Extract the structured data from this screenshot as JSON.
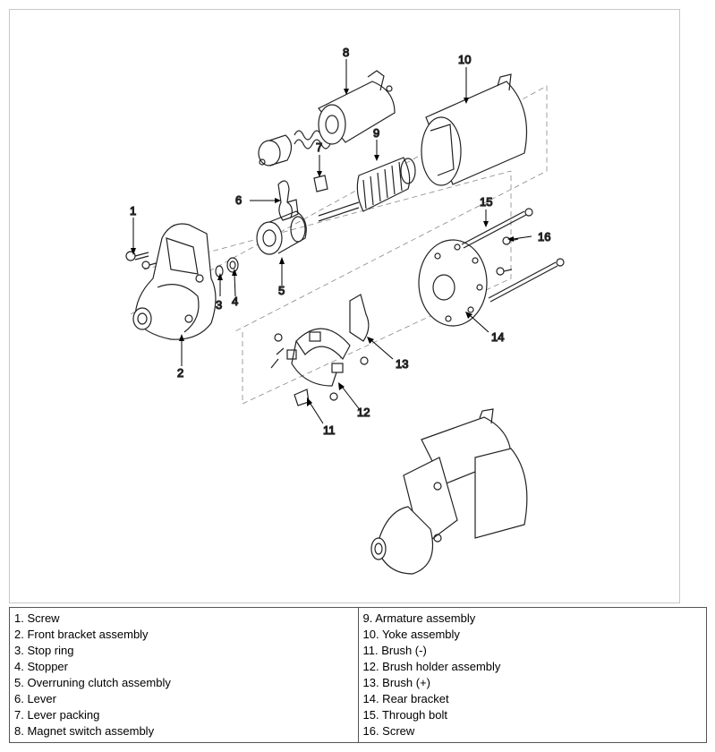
{
  "diagram": {
    "callouts": [
      "1",
      "2",
      "3",
      "4",
      "5",
      "6",
      "7",
      "8",
      "9",
      "10",
      "11",
      "12",
      "13",
      "14",
      "15",
      "16"
    ]
  },
  "legend": {
    "left": [
      "1. Screw",
      "2. Front bracket assembly",
      "3. Stop ring",
      "4. Stopper",
      "5. Overruning clutch assembly",
      "6. Lever",
      "7. Lever packing",
      "8. Magnet switch assembly"
    ],
    "right": [
      "9. Armature assembly",
      "10. Yoke assembly",
      "11. Brush (-)",
      "12. Brush holder assembly",
      "13. Brush (+)",
      "14. Rear bracket",
      "15. Through bolt",
      "16. Screw"
    ]
  }
}
